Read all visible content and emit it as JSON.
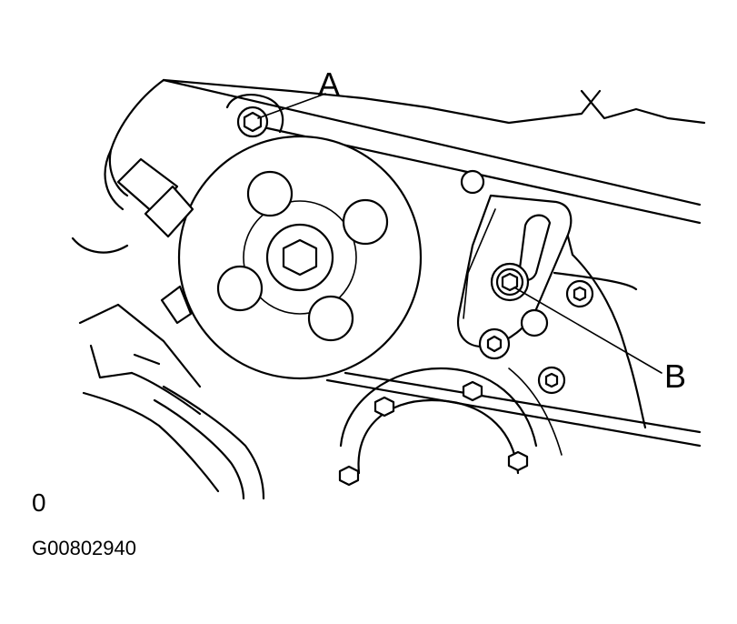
{
  "callouts": {
    "a": "A",
    "b": "B"
  },
  "panel_id": "0",
  "figure_code": "G00802940",
  "colors": {
    "ink": "#000000",
    "paper": "#ffffff"
  }
}
